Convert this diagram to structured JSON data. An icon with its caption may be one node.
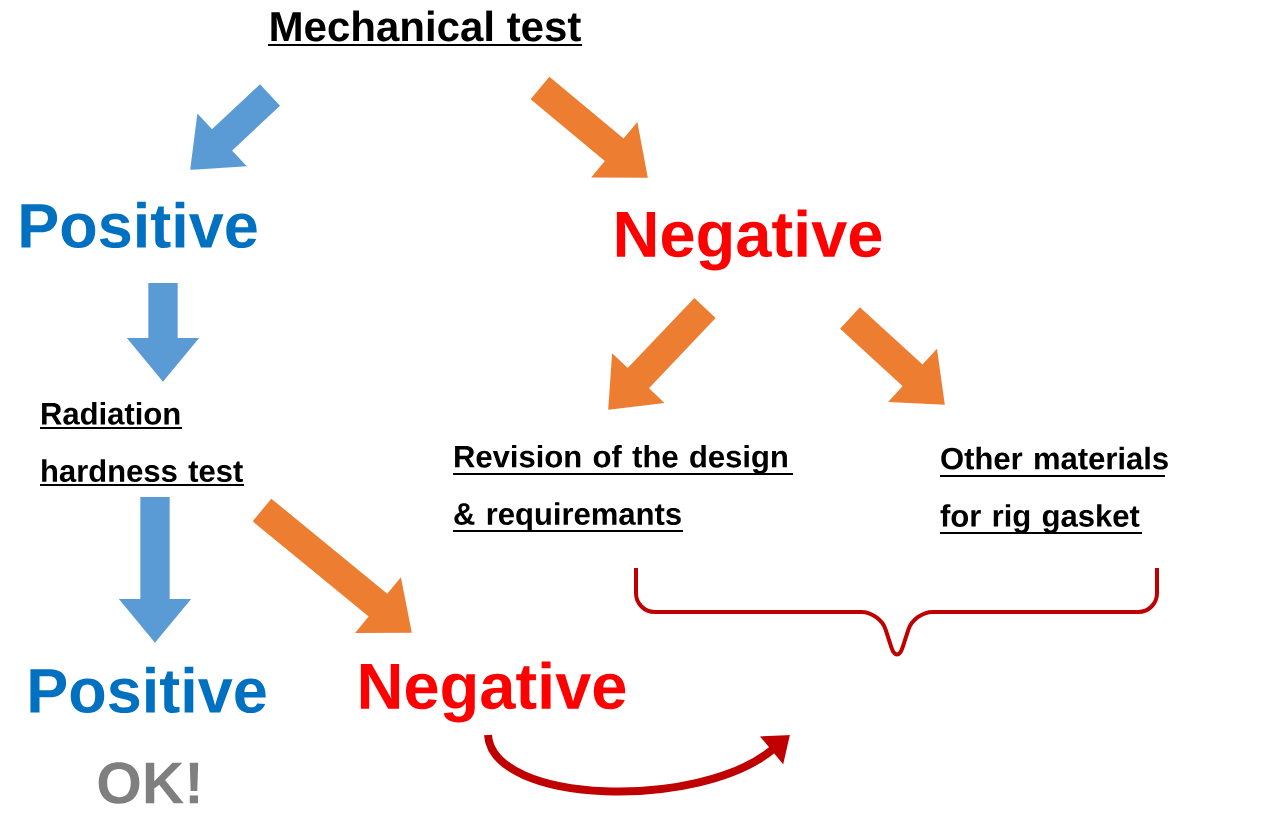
{
  "diagram": {
    "nodes": [
      {
        "text": [
          "Mechanical test"
        ]
      },
      {
        "text": [
          "Positive"
        ]
      },
      {
        "text": [
          "Negative"
        ]
      },
      {
        "text": [
          "Radiation hardness test"
        ]
      },
      {
        "text": [
          "Revision of the design & requiremants"
        ]
      },
      {
        "text": [
          "Other materials for rig gasket"
        ]
      },
      {
        "text": [
          "Positive"
        ]
      },
      {
        "text": [
          "Negative"
        ]
      }
    ],
    "edges": [
      {
        "from": 0,
        "to": 1,
        "arrow": "to",
        "color": "#5b9bd5"
      },
      {
        "from": 0,
        "to": 2,
        "arrow": "to",
        "color": "#ed7d31"
      },
      {
        "from": 1,
        "to": 3,
        "arrow": "to",
        "color": "#5b9bd5"
      },
      {
        "from": 2,
        "to": 4,
        "arrow": "to",
        "color": "#ed7d31"
      },
      {
        "from": 2,
        "to": 5,
        "arrow": "to",
        "color": "#ed7d31"
      },
      {
        "from": 3,
        "to": 6,
        "arrow": "to",
        "color": "#5b9bd5"
      },
      {
        "from": 3,
        "to": 7,
        "arrow": "to",
        "color": "#ed7d31"
      },
      {
        "from": 7,
        "to": null,
        "arrow": "to",
        "color": "#c00000"
      }
    ],
    "labels": [
      "OK!"
    ]
  }
}
